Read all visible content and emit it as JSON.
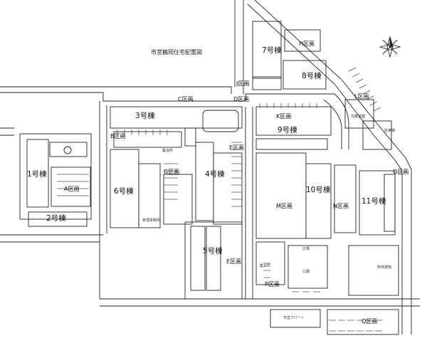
{
  "map": {
    "title": "市営鶴岡住宅配置図",
    "buildings": {
      "b1": "1号棟",
      "b2": "2号棟",
      "b3": "3号棟",
      "b4": "4号棟",
      "b5": "5号棟",
      "b6": "6号棟",
      "b7": "7号棟",
      "b8": "8号棟",
      "b9": "9号棟",
      "b10": "10号棟",
      "b11": "11号棟"
    },
    "areas": {
      "A": "A区画",
      "B": "B区画",
      "C": "C区画",
      "D": "D区画",
      "E1": "E区画",
      "E2": "E区画",
      "G": "G区画",
      "H": "H区画",
      "J": "J区画",
      "K": "K区画",
      "L": "L区画",
      "M": "M区画",
      "N": "N区画",
      "O": "O区画",
      "P": "P区画",
      "Q": "Q区画"
    },
    "facilities": {
      "shukai1": "集会所",
      "shukai2": "集会所",
      "chuushajo": "駐車場",
      "jidou": "児童遊園",
      "park": "公園",
      "apt": "市営アパート",
      "kanri": "管理事務所",
      "plaza": "広場",
      "bldg_r": "既存建物"
    },
    "colors": {
      "line": "#222222",
      "hatch": "#555555",
      "background": "#ffffff"
    }
  }
}
